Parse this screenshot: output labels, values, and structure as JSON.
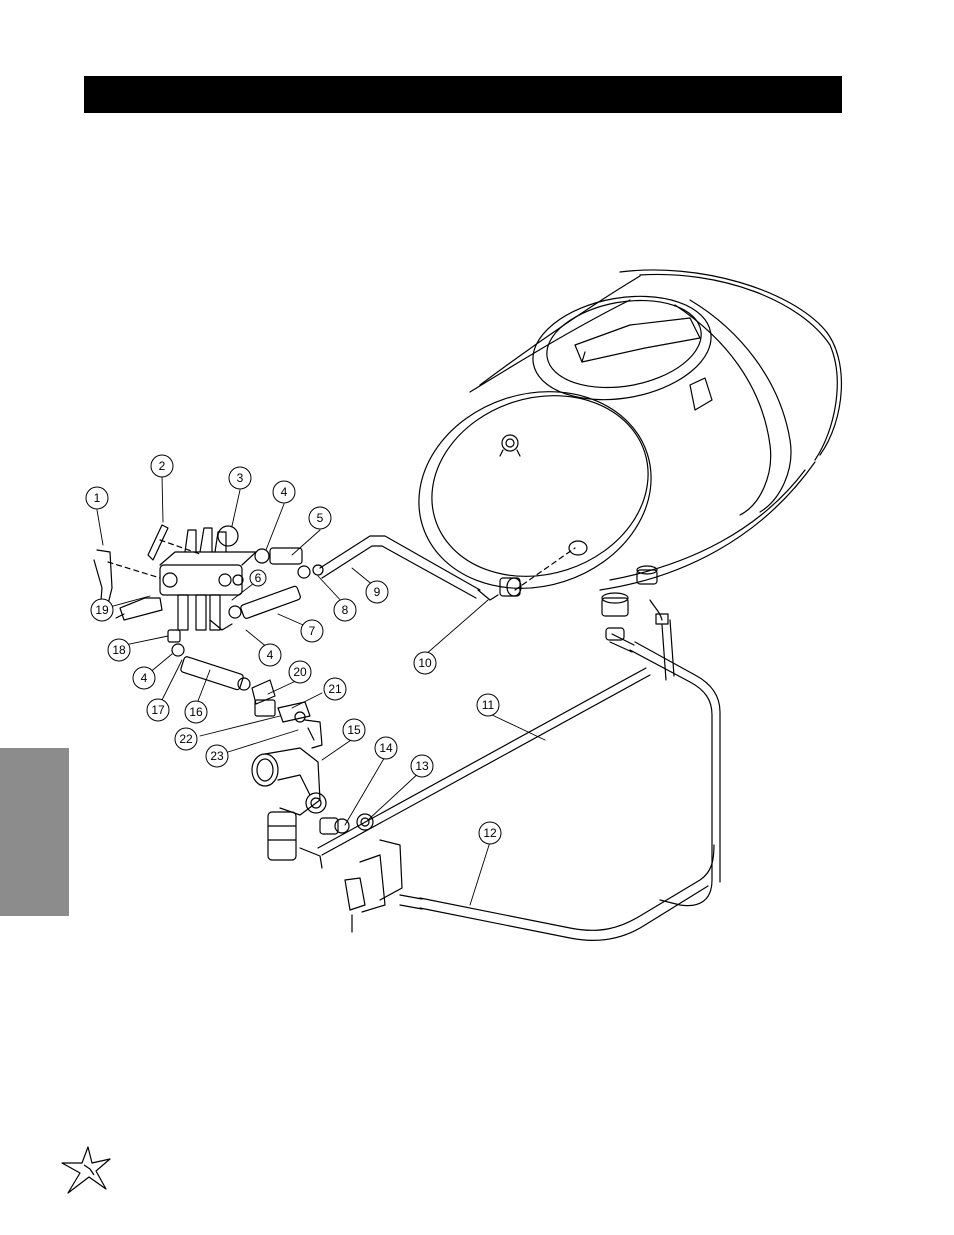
{
  "title_bar": {
    "text": ""
  },
  "palette": {
    "ink": "#000000",
    "tab_gray": "#8c8c8c",
    "bar": "#000000"
  },
  "callouts": [
    {
      "id": "c1",
      "label": "1"
    },
    {
      "id": "c2",
      "label": "2"
    },
    {
      "id": "c3",
      "label": "3"
    },
    {
      "id": "c4a",
      "label": "4"
    },
    {
      "id": "c5",
      "label": "5"
    },
    {
      "id": "c6",
      "label": "6"
    },
    {
      "id": "c7",
      "label": "7"
    },
    {
      "id": "c8",
      "label": "8"
    },
    {
      "id": "c9",
      "label": "9"
    },
    {
      "id": "c4b",
      "label": "4"
    },
    {
      "id": "c10",
      "label": "10"
    },
    {
      "id": "c11",
      "label": "11"
    },
    {
      "id": "c12",
      "label": "12"
    },
    {
      "id": "c13",
      "label": "13"
    },
    {
      "id": "c14",
      "label": "14"
    },
    {
      "id": "c15",
      "label": "15"
    },
    {
      "id": "c16",
      "label": "16"
    },
    {
      "id": "c17",
      "label": "17"
    },
    {
      "id": "c18",
      "label": "18"
    },
    {
      "id": "c19",
      "label": "19"
    },
    {
      "id": "c20",
      "label": "20"
    },
    {
      "id": "c21",
      "label": "21"
    },
    {
      "id": "c22",
      "label": "22"
    },
    {
      "id": "c23",
      "label": "23"
    },
    {
      "id": "c4c",
      "label": "4"
    }
  ],
  "logo": {
    "icon": "star-brand-icon"
  }
}
